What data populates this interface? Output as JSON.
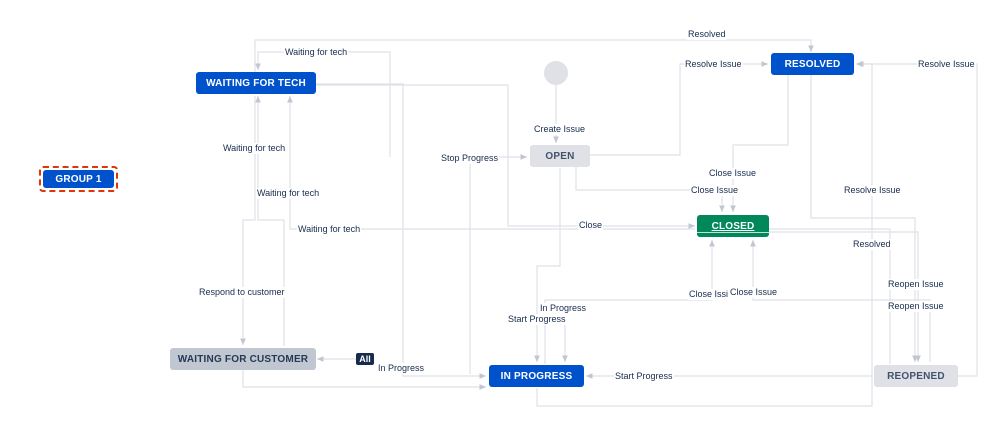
{
  "statuses": {
    "waiting_for_tech": "WAITING FOR TECH",
    "resolved": "RESOLVED",
    "open": "OPEN",
    "closed": "CLOSED",
    "waiting_for_customer": "WAITING FOR CUSTOMER",
    "in_progress": "IN PROGRESS",
    "reopened": "REOPENED",
    "group": "GROUP 1"
  },
  "badge": "All",
  "transitions": {
    "resolved_top": "Resolved",
    "waiting_for_tech_top": "Waiting for tech",
    "resolve_issue_open": "Resolve Issue",
    "resolve_issue_right": "Resolve Issue",
    "create_issue": "Create Issue",
    "waiting_for_tech_left": "Waiting for tech",
    "stop_progress": "Stop Progress",
    "close_issue_resolved": "Close Issue",
    "close_issue_open": "Close Issue",
    "resolve_issue_mid": "Resolve Issue",
    "waiting_for_tech_mid": "Waiting for tech",
    "waiting_for_tech_customer": "Waiting for tech",
    "close": "Close",
    "resolved_reopened": "Resolved",
    "reopen_issue_1": "Reopen Issue",
    "respond_to_customer": "Respond to customer",
    "close_issue_progress": "Close Issi",
    "close_issue_reopened": "Close Issue",
    "reopen_issue_2": "Reopen Issue",
    "in_progress_reopened": "In Progress",
    "start_progress_open": "Start Progress",
    "in_progress_all": "In Progress",
    "start_progress_reopened": "Start Progress"
  }
}
